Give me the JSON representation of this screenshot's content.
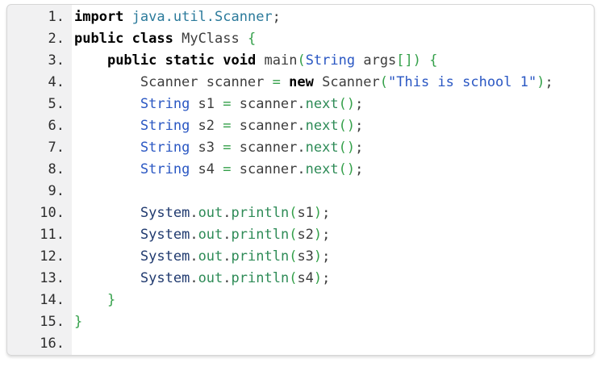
{
  "editor": {
    "code_background": "#ffffff",
    "gutter_background": "#f1f1f2",
    "border_color": "#d6d6d6",
    "colors": {
      "d": "#3d3d3d",
      "kw": "#000000",
      "pkg": "#2b7a9b",
      "typ": "#2a57c3",
      "str": "#2a57c3",
      "cls": "#203a6f",
      "fn": "#2e8b57",
      "pun": "#34a04a",
      "line_number": "#2d2d2d"
    },
    "lines": [
      {
        "n": "1.",
        "tokens": [
          {
            "c": "kw",
            "t": "import"
          },
          {
            "c": "d",
            "t": " "
          },
          {
            "c": "pkg",
            "t": "java.util.Scanner"
          },
          {
            "c": "d",
            "t": ";"
          }
        ]
      },
      {
        "n": "2.",
        "tokens": [
          {
            "c": "kw",
            "t": "public"
          },
          {
            "c": "d",
            "t": " "
          },
          {
            "c": "kw",
            "t": "class"
          },
          {
            "c": "d",
            "t": " MyClass "
          },
          {
            "c": "pun",
            "t": "{"
          }
        ]
      },
      {
        "n": "3.",
        "tokens": [
          {
            "c": "d",
            "t": "    "
          },
          {
            "c": "kw",
            "t": "public"
          },
          {
            "c": "d",
            "t": " "
          },
          {
            "c": "kw",
            "t": "static"
          },
          {
            "c": "d",
            "t": " "
          },
          {
            "c": "kw",
            "t": "void"
          },
          {
            "c": "d",
            "t": " main"
          },
          {
            "c": "pun",
            "t": "("
          },
          {
            "c": "typ",
            "t": "String"
          },
          {
            "c": "d",
            "t": " args"
          },
          {
            "c": "pun",
            "t": "[])"
          },
          {
            "c": "d",
            "t": " "
          },
          {
            "c": "pun",
            "t": "{"
          }
        ]
      },
      {
        "n": "4.",
        "tokens": [
          {
            "c": "d",
            "t": "        Scanner scanner "
          },
          {
            "c": "pun",
            "t": "="
          },
          {
            "c": "d",
            "t": " "
          },
          {
            "c": "kw",
            "t": "new"
          },
          {
            "c": "d",
            "t": " Scanner"
          },
          {
            "c": "pun",
            "t": "("
          },
          {
            "c": "str",
            "t": "\"This is school 1\""
          },
          {
            "c": "pun",
            "t": ")"
          },
          {
            "c": "d",
            "t": ";"
          }
        ]
      },
      {
        "n": "5.",
        "tokens": [
          {
            "c": "d",
            "t": "        "
          },
          {
            "c": "typ",
            "t": "String"
          },
          {
            "c": "d",
            "t": " s1 "
          },
          {
            "c": "pun",
            "t": "="
          },
          {
            "c": "d",
            "t": " scanner."
          },
          {
            "c": "fn",
            "t": "next"
          },
          {
            "c": "pun",
            "t": "()"
          },
          {
            "c": "d",
            "t": ";"
          }
        ]
      },
      {
        "n": "6.",
        "tokens": [
          {
            "c": "d",
            "t": "        "
          },
          {
            "c": "typ",
            "t": "String"
          },
          {
            "c": "d",
            "t": " s2 "
          },
          {
            "c": "pun",
            "t": "="
          },
          {
            "c": "d",
            "t": " scanner."
          },
          {
            "c": "fn",
            "t": "next"
          },
          {
            "c": "pun",
            "t": "()"
          },
          {
            "c": "d",
            "t": ";"
          }
        ]
      },
      {
        "n": "7.",
        "tokens": [
          {
            "c": "d",
            "t": "        "
          },
          {
            "c": "typ",
            "t": "String"
          },
          {
            "c": "d",
            "t": " s3 "
          },
          {
            "c": "pun",
            "t": "="
          },
          {
            "c": "d",
            "t": " scanner."
          },
          {
            "c": "fn",
            "t": "next"
          },
          {
            "c": "pun",
            "t": "()"
          },
          {
            "c": "d",
            "t": ";"
          }
        ]
      },
      {
        "n": "8.",
        "tokens": [
          {
            "c": "d",
            "t": "        "
          },
          {
            "c": "typ",
            "t": "String"
          },
          {
            "c": "d",
            "t": " s4 "
          },
          {
            "c": "pun",
            "t": "="
          },
          {
            "c": "d",
            "t": " scanner."
          },
          {
            "c": "fn",
            "t": "next"
          },
          {
            "c": "pun",
            "t": "()"
          },
          {
            "c": "d",
            "t": ";"
          }
        ]
      },
      {
        "n": "9.",
        "tokens": []
      },
      {
        "n": "10.",
        "tokens": [
          {
            "c": "d",
            "t": "        "
          },
          {
            "c": "cls",
            "t": "System"
          },
          {
            "c": "d",
            "t": "."
          },
          {
            "c": "fn",
            "t": "out"
          },
          {
            "c": "d",
            "t": "."
          },
          {
            "c": "fn",
            "t": "println"
          },
          {
            "c": "pun",
            "t": "("
          },
          {
            "c": "d",
            "t": "s1"
          },
          {
            "c": "pun",
            "t": ")"
          },
          {
            "c": "d",
            "t": ";"
          }
        ]
      },
      {
        "n": "11.",
        "tokens": [
          {
            "c": "d",
            "t": "        "
          },
          {
            "c": "cls",
            "t": "System"
          },
          {
            "c": "d",
            "t": "."
          },
          {
            "c": "fn",
            "t": "out"
          },
          {
            "c": "d",
            "t": "."
          },
          {
            "c": "fn",
            "t": "println"
          },
          {
            "c": "pun",
            "t": "("
          },
          {
            "c": "d",
            "t": "s2"
          },
          {
            "c": "pun",
            "t": ")"
          },
          {
            "c": "d",
            "t": ";"
          }
        ]
      },
      {
        "n": "12.",
        "tokens": [
          {
            "c": "d",
            "t": "        "
          },
          {
            "c": "cls",
            "t": "System"
          },
          {
            "c": "d",
            "t": "."
          },
          {
            "c": "fn",
            "t": "out"
          },
          {
            "c": "d",
            "t": "."
          },
          {
            "c": "fn",
            "t": "println"
          },
          {
            "c": "pun",
            "t": "("
          },
          {
            "c": "d",
            "t": "s3"
          },
          {
            "c": "pun",
            "t": ")"
          },
          {
            "c": "d",
            "t": ";"
          }
        ]
      },
      {
        "n": "13.",
        "tokens": [
          {
            "c": "d",
            "t": "        "
          },
          {
            "c": "cls",
            "t": "System"
          },
          {
            "c": "d",
            "t": "."
          },
          {
            "c": "fn",
            "t": "out"
          },
          {
            "c": "d",
            "t": "."
          },
          {
            "c": "fn",
            "t": "println"
          },
          {
            "c": "pun",
            "t": "("
          },
          {
            "c": "d",
            "t": "s4"
          },
          {
            "c": "pun",
            "t": ")"
          },
          {
            "c": "d",
            "t": ";"
          }
        ]
      },
      {
        "n": "14.",
        "tokens": [
          {
            "c": "d",
            "t": "    "
          },
          {
            "c": "pun",
            "t": "}"
          }
        ]
      },
      {
        "n": "15.",
        "tokens": [
          {
            "c": "pun",
            "t": "}"
          }
        ]
      },
      {
        "n": "16.",
        "tokens": []
      }
    ]
  }
}
